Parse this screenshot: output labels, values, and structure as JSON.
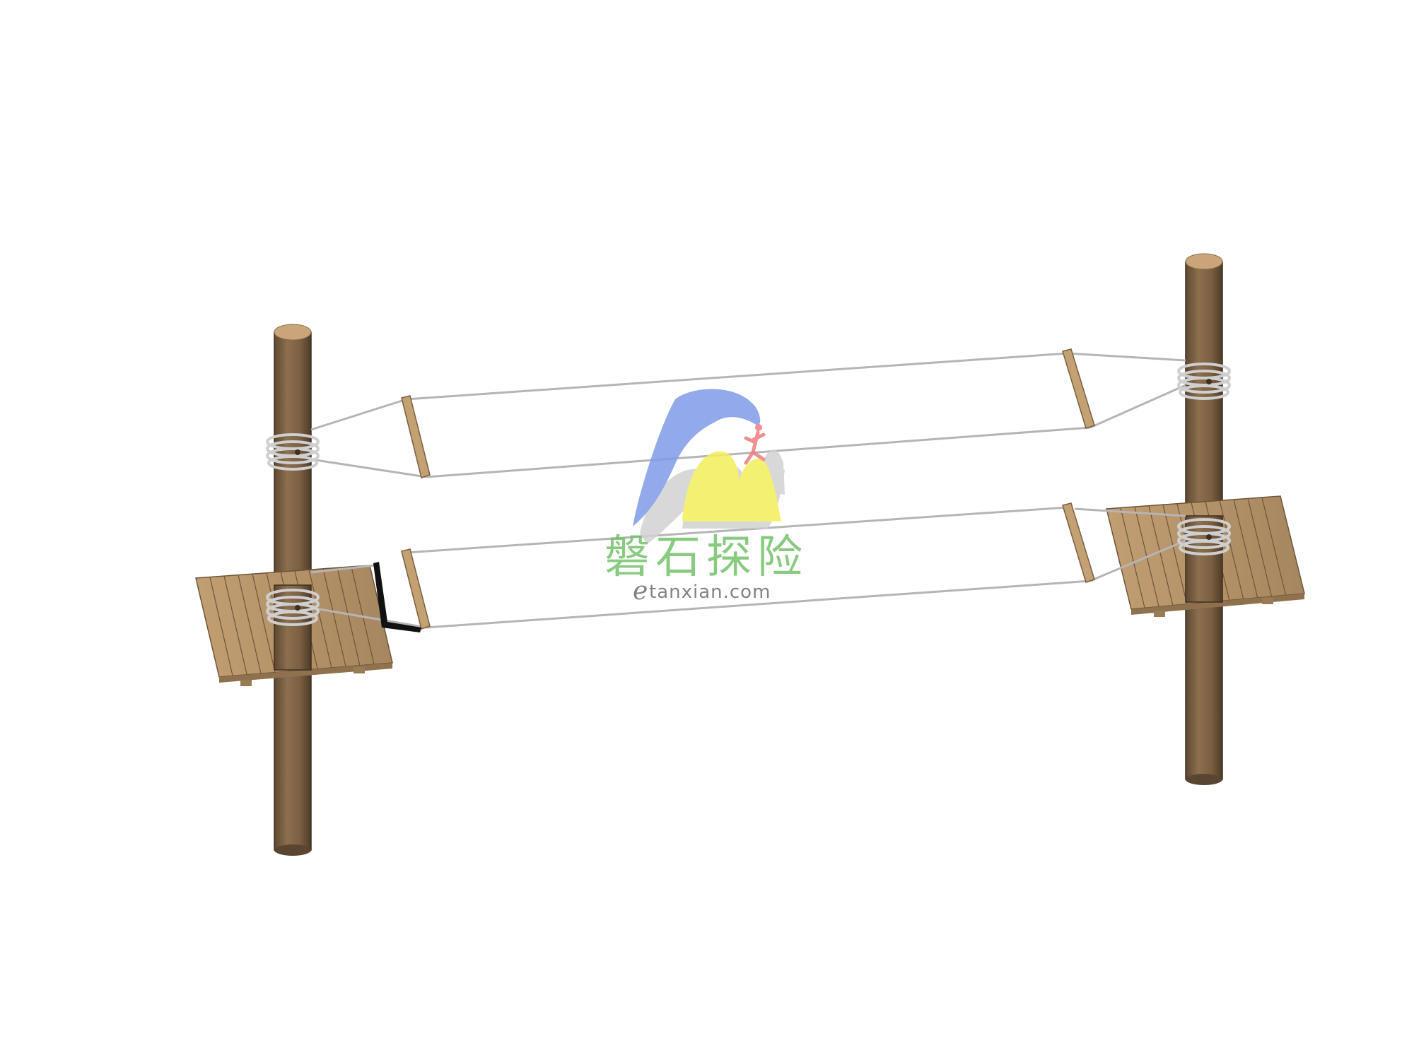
{
  "watermark": {
    "brand_cn": "磐石探险",
    "url_prefix": "e",
    "url": "tanxian.com",
    "colors": {
      "water": "#7f9be8",
      "mountain": "#f3ef5a",
      "figure": "#ee7d7d",
      "text_green": "#74c26a",
      "shadow": "#cfcfcf"
    }
  },
  "scene": {
    "colors": {
      "pole": "#7c6245",
      "pole_top": "#c8a67a",
      "wood": "#b08f66",
      "wood_light": "#cfae84",
      "rope": "#b9b9b9",
      "net": "#ffffff"
    }
  }
}
